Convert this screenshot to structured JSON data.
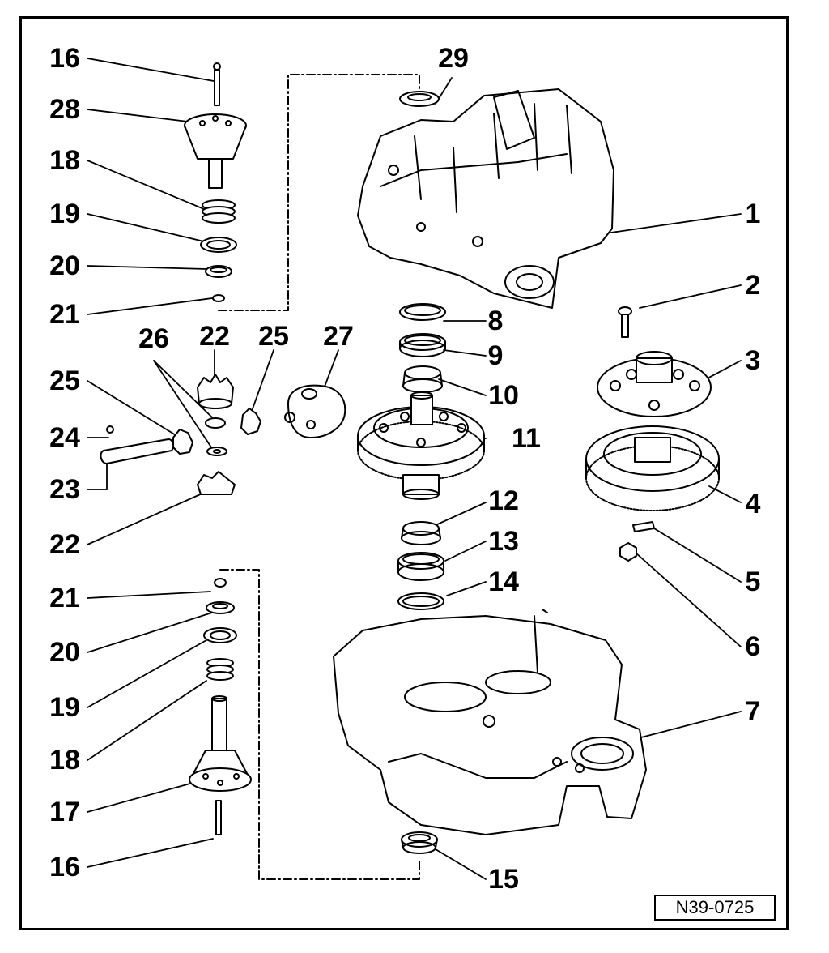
{
  "callouts": [
    {
      "id": "c16a",
      "text": "16"
    },
    {
      "id": "c28",
      "text": "28"
    },
    {
      "id": "c18a",
      "text": "18"
    },
    {
      "id": "c19a",
      "text": "19"
    },
    {
      "id": "c20a",
      "text": "20"
    },
    {
      "id": "c21a",
      "text": "21"
    },
    {
      "id": "c26",
      "text": "26"
    },
    {
      "id": "c22a",
      "text": "22"
    },
    {
      "id": "c25a",
      "text": "25"
    },
    {
      "id": "c27",
      "text": "27"
    },
    {
      "id": "c25b",
      "text": "25"
    },
    {
      "id": "c24",
      "text": "24"
    },
    {
      "id": "c23",
      "text": "23"
    },
    {
      "id": "c22b",
      "text": "22"
    },
    {
      "id": "c21b",
      "text": "21"
    },
    {
      "id": "c20b",
      "text": "20"
    },
    {
      "id": "c19b",
      "text": "19"
    },
    {
      "id": "c18b",
      "text": "18"
    },
    {
      "id": "c17",
      "text": "17"
    },
    {
      "id": "c16b",
      "text": "16"
    },
    {
      "id": "c29",
      "text": "29"
    },
    {
      "id": "c1",
      "text": "1"
    },
    {
      "id": "c2",
      "text": "2"
    },
    {
      "id": "c3",
      "text": "3"
    },
    {
      "id": "c4",
      "text": "4"
    },
    {
      "id": "c5",
      "text": "5"
    },
    {
      "id": "c6",
      "text": "6"
    },
    {
      "id": "c7",
      "text": "7"
    },
    {
      "id": "c8",
      "text": "8"
    },
    {
      "id": "c9",
      "text": "9"
    },
    {
      "id": "c10",
      "text": "10"
    },
    {
      "id": "c11",
      "text": "11"
    },
    {
      "id": "c12",
      "text": "12"
    },
    {
      "id": "c13",
      "text": "13"
    },
    {
      "id": "c14",
      "text": "14"
    },
    {
      "id": "c15",
      "text": "15"
    }
  ],
  "reference_code": "N39-0725"
}
